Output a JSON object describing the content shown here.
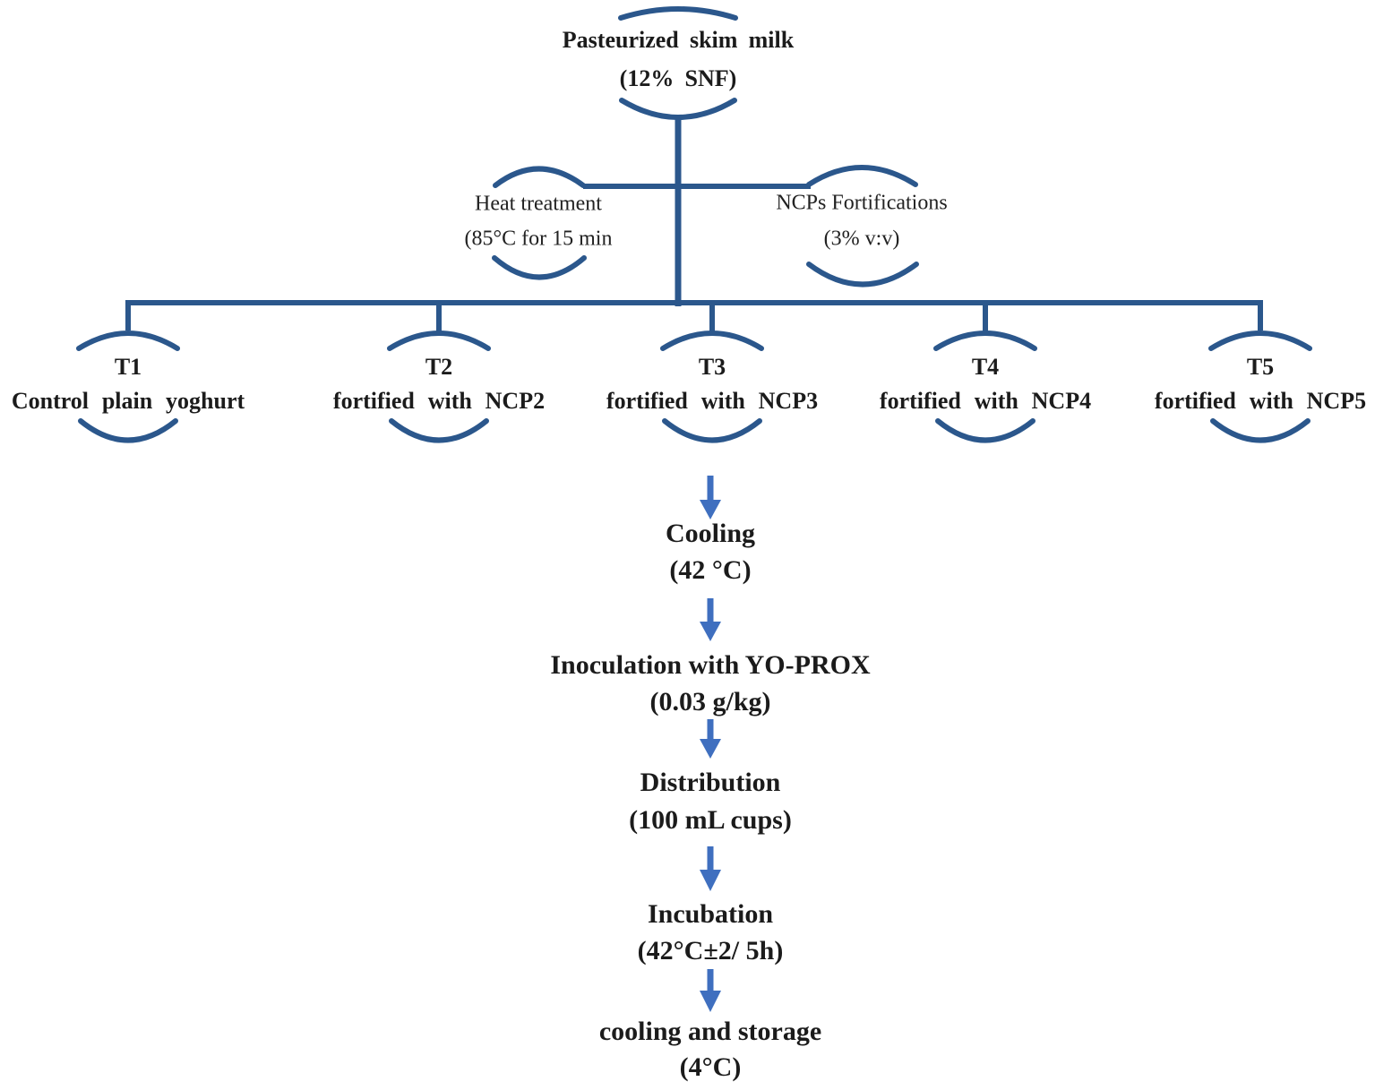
{
  "colors": {
    "connector": "#2b578c",
    "arrow": "#3f6fbf",
    "text": "#1b1b1b"
  },
  "root_node": {
    "line1": "Pasteurized skim milk",
    "line2": "(12% SNF)"
  },
  "branch_nodes": {
    "heat": {
      "line1": "Heat treatment",
      "line2": "(85°C for 15 min"
    },
    "fortification": {
      "line1": "NCPs Fortifications",
      "line2": "(3% v:v)"
    }
  },
  "treatments": [
    {
      "code": "T1",
      "desc": "Control plain yoghurt"
    },
    {
      "code": "T2",
      "desc": "fortified with NCP2"
    },
    {
      "code": "T3",
      "desc": "fortified with NCP3"
    },
    {
      "code": "T4",
      "desc": "fortified with NCP4"
    },
    {
      "code": "T5",
      "desc": "fortified with NCP5"
    }
  ],
  "process_steps": [
    {
      "name": "Cooling",
      "detail": "(42 °C)"
    },
    {
      "name": "Inoculation with YO-PROX",
      "detail": "(0.03 g/kg)"
    },
    {
      "name": "Distribution",
      "detail": "(100 mL cups)"
    },
    {
      "name": "Incubation",
      "detail": "(42°C±2/ 5h)"
    },
    {
      "name": "cooling and storage",
      "detail": "(4°C)"
    }
  ]
}
